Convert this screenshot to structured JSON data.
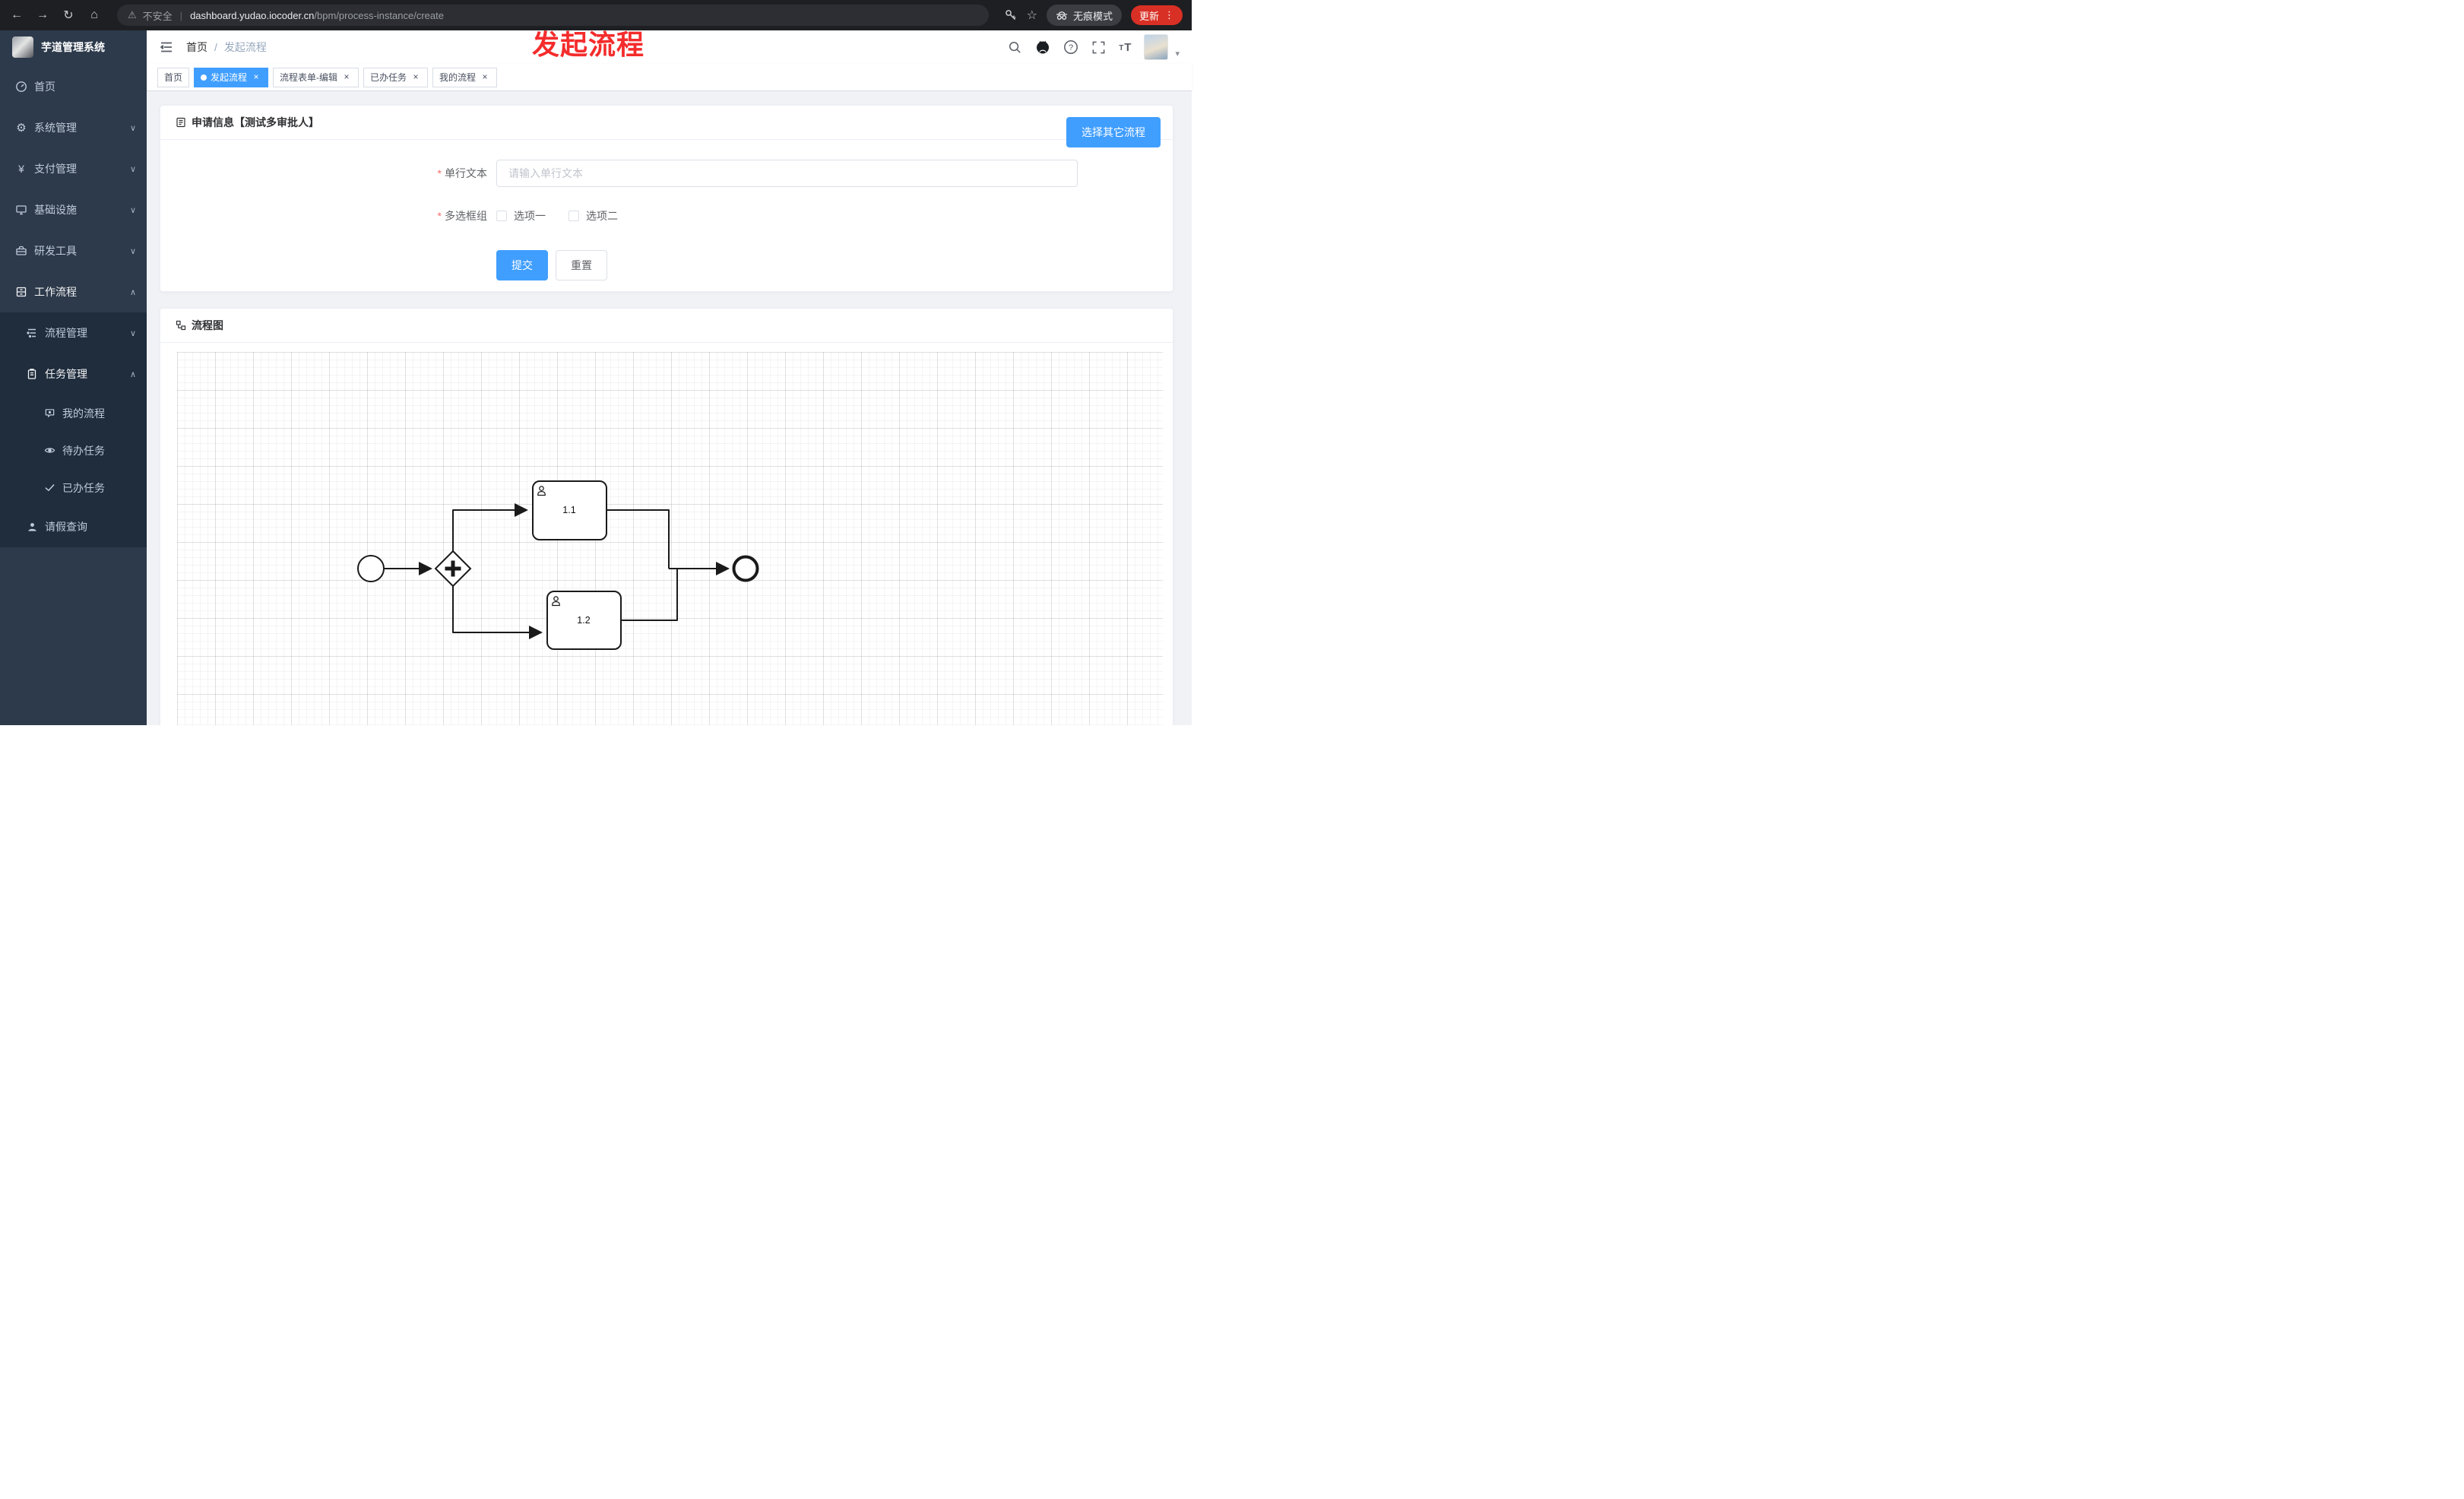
{
  "icons": {
    "back": "←",
    "forward": "→",
    "refresh": "↻",
    "home": "⌂",
    "warning": "⚠",
    "separator": "|",
    "star": "☆",
    "menu_dots": "⋮",
    "chevron_down": "∨",
    "chevron_up": "∧",
    "close": "×",
    "caret_down": "▾",
    "breadcrumb_sep": "/",
    "help": "?",
    "fontsize": "T",
    "yen": "¥",
    "gear": "⚙"
  },
  "browser": {
    "security_label": "不安全",
    "url_host": "dashboard.yudao.iocoder.cn",
    "url_path": "/bpm/process-instance/create",
    "incognito_label": "无痕模式",
    "update_label": "更新"
  },
  "overlay_title": "发起流程",
  "sidebar": {
    "logo_title": "芋道管理系统",
    "items": [
      {
        "label": "首页"
      },
      {
        "label": "系统管理"
      },
      {
        "label": "支付管理"
      },
      {
        "label": "基础设施"
      },
      {
        "label": "研发工具"
      },
      {
        "label": "工作流程"
      }
    ],
    "submenu": {
      "process_mgmt": "流程管理",
      "task_mgmt": "任务管理",
      "children": [
        {
          "label": "我的流程"
        },
        {
          "label": "待办任务"
        },
        {
          "label": "已办任务"
        }
      ],
      "leave_query": "请假查询"
    }
  },
  "header": {
    "breadcrumb_home": "首页",
    "breadcrumb_current": "发起流程"
  },
  "tabs": [
    {
      "label": "首页",
      "active": false,
      "closable": false
    },
    {
      "label": "发起流程",
      "active": true,
      "closable": true
    },
    {
      "label": "流程表单-编辑",
      "active": false,
      "closable": true
    },
    {
      "label": "已办任务",
      "active": false,
      "closable": true
    },
    {
      "label": "我的流程",
      "active": false,
      "closable": true
    }
  ],
  "form_card": {
    "title": "申请信息【测试多审批人】",
    "select_other_button": "选择其它流程",
    "required_mark": "*",
    "text_field": {
      "label": "单行文本",
      "placeholder": "请输入单行文本",
      "value": ""
    },
    "checkbox_group": {
      "label": "多选框组",
      "options": [
        {
          "label": "选项一",
          "checked": false
        },
        {
          "label": "选项二",
          "checked": false
        }
      ]
    },
    "submit_label": "提交",
    "reset_label": "重置"
  },
  "diagram_card": {
    "title": "流程图",
    "nodes": [
      {
        "id": "task-1",
        "label": "1.1"
      },
      {
        "id": "task-2",
        "label": "1.2"
      }
    ],
    "elements": [
      "start-event",
      "parallel-gateway",
      "user-task-1.1",
      "user-task-1.2",
      "end-event"
    ]
  },
  "colors": {
    "accent": "#409eff",
    "danger": "#f56c6c",
    "annotation_red": "#f42c2c",
    "sidebar_bg": "#2d3a4b",
    "submenu_bg": "#1f2d3d",
    "update_badge": "#d93025",
    "chrome_bg": "#1e1f22"
  }
}
